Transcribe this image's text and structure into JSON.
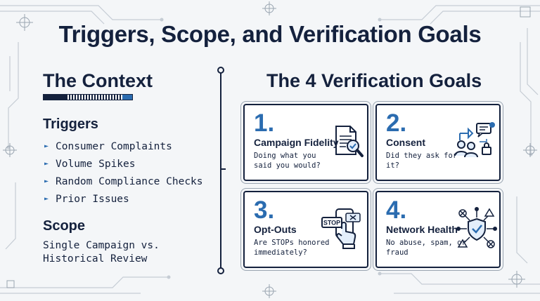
{
  "slide": {
    "title": "Triggers, Scope, and Verification Goals"
  },
  "context": {
    "heading": "The Context",
    "triggers": {
      "heading": "Triggers",
      "items": [
        "Consumer Complaints",
        "Volume Spikes",
        "Random Compliance Checks",
        "Prior Issues"
      ]
    },
    "scope": {
      "heading": "Scope",
      "text": "Single Campaign vs. Historical Review"
    }
  },
  "goals": {
    "heading": "The 4 Verification Goals",
    "items": [
      {
        "number": "1.",
        "name": "Campaign Fidelity",
        "description": "Doing what you said you would?",
        "icon": "document-magnifier-icon"
      },
      {
        "number": "2.",
        "name": "Consent",
        "description": "Did they ask for it?",
        "icon": "users-consent-icon"
      },
      {
        "number": "3.",
        "name": "Opt-Outs",
        "description": "Are STOPs honored immediately?",
        "icon": "phone-stop-icon",
        "icon_text": "STOP"
      },
      {
        "number": "4.",
        "name": "Network Health",
        "description": "No abuse, spam, or fraud",
        "icon": "shield-network-icon"
      }
    ]
  },
  "colors": {
    "navy": "#14213d",
    "accent_blue": "#2b6cb0",
    "background": "#f4f6f8",
    "circuit": "#c5ccd4"
  }
}
